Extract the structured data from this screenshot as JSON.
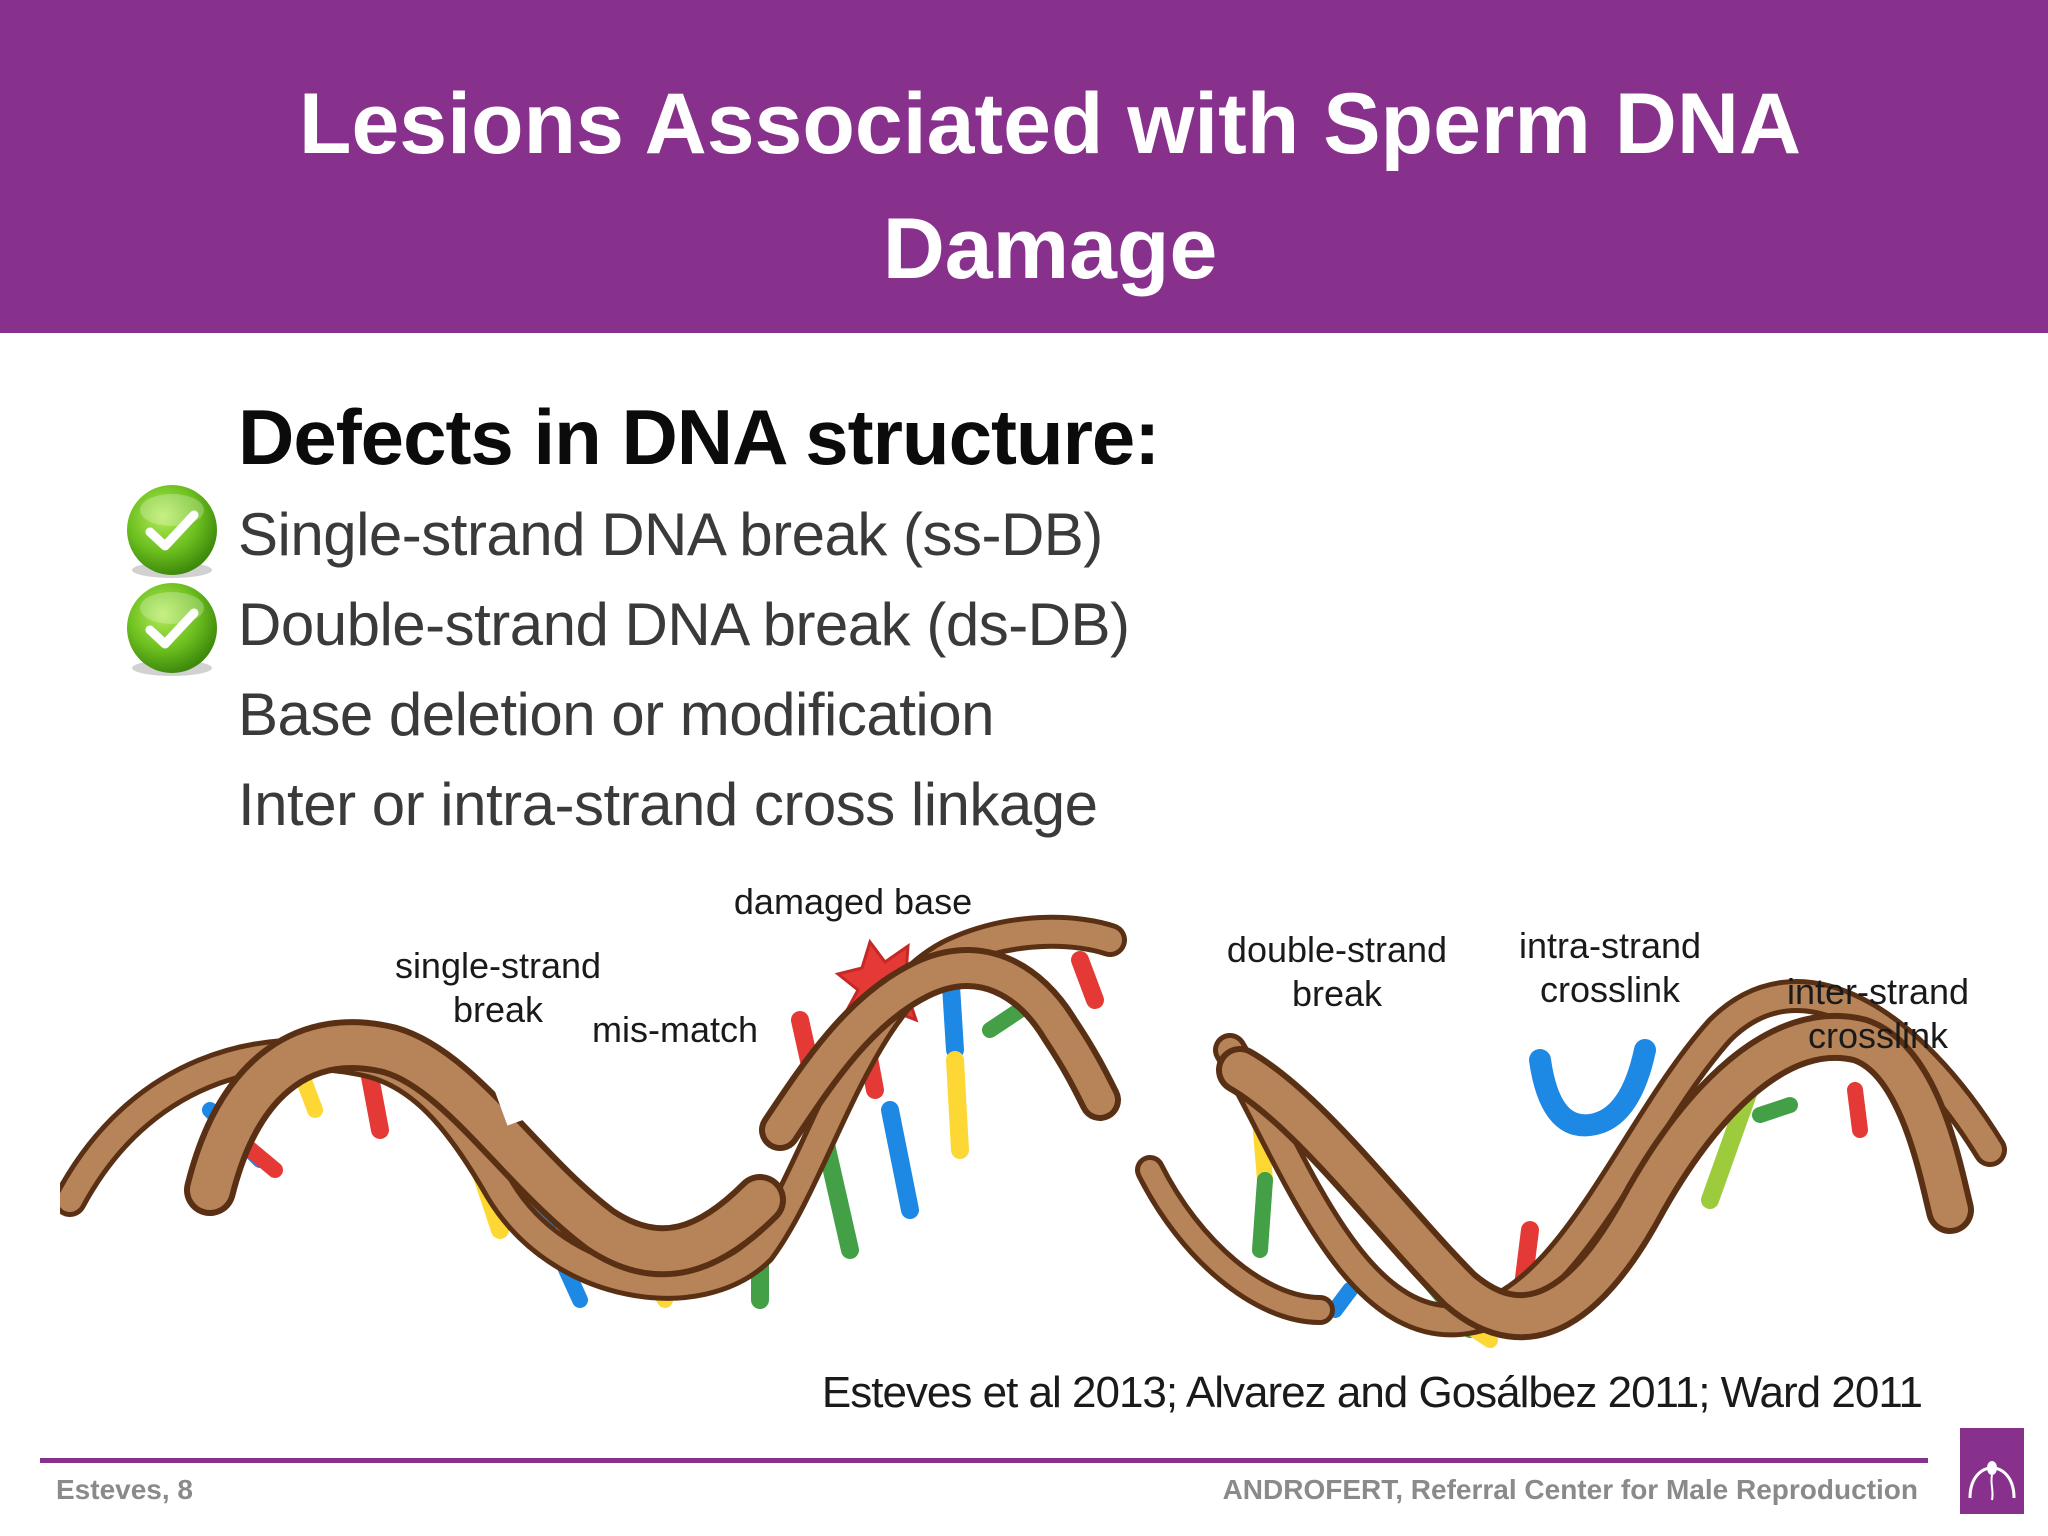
{
  "slide": {
    "title_line1": "Lesions Associated with Sperm DNA",
    "title_line2": "Damage",
    "heading": "Defects in DNA structure:",
    "items": [
      {
        "text": "Single-strand DNA break (ss-DB)",
        "checked": true
      },
      {
        "text": "Double-strand DNA break (ds-DB)",
        "checked": true
      },
      {
        "text": "Base deletion or modification",
        "checked": false
      },
      {
        "text": "Inter or intra-strand cross linkage",
        "checked": false
      }
    ]
  },
  "diagram": {
    "labels": {
      "single_strand_1": "single-strand",
      "single_strand_2": "break",
      "mismatch": "mis-match",
      "damaged_base": "damaged base",
      "double_strand_1": "double-strand",
      "double_strand_2": "break",
      "intra_1": "intra-strand",
      "intra_2": "crosslink",
      "inter_1": "inter-strand",
      "inter_2": "crosslink"
    }
  },
  "citation": "Esteves et al 2013; Alvarez and Gosálbez 2011; Ward 2011",
  "footer": {
    "left": "Esteves, 8",
    "right": "ANDROFERT, Referral Center for Male Reproduction"
  },
  "colors": {
    "header": "#88318c",
    "strand": "#b7845a",
    "strand_dark": "#5a3014",
    "check_green": "#6cbf1f"
  }
}
